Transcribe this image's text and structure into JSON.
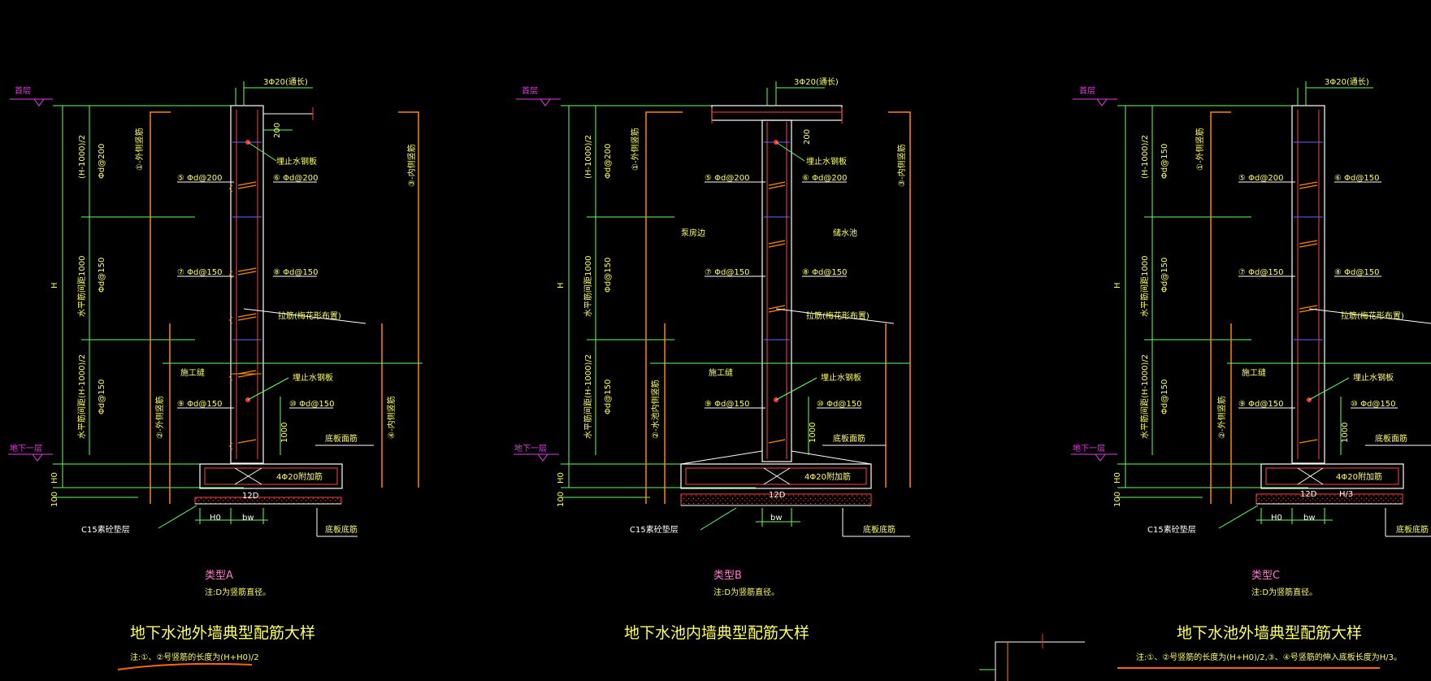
{
  "panels": [
    {
      "level_top": "首层",
      "level_bottom": "地下一层",
      "dim_H": "H",
      "dim_top": "(H-1000)/2",
      "dim_mid": "水平筋间距1000",
      "dim_bot": "水平筋间距(H-1000)/2",
      "spacing_top": "Φd@200",
      "spacing_mid": "Φd@150",
      "spacing_bot": "Φd@150",
      "dim_H0": "H0",
      "dim_100": "100",
      "outer_vert_label": "①-外侧竖筋",
      "outer_add_label": "②-外侧竖筋",
      "inner_vert_label": "③-内侧竖筋",
      "inner_add_label": "④-内侧竖筋",
      "top_bar": "3Φ20(通长)",
      "dim_200": "200",
      "foot_H0": "H0",
      "foot_bw": "bw",
      "foot_12d": "12D",
      "waterstop_top": "埋止水钢板",
      "mark_1": "⑤ Φd@200",
      "mark_2": "⑥ Φd@200",
      "mark_3": "⑦ Φd@150",
      "mark_4": "⑧ Φd@150",
      "tie_bar": "拉筋(梅花形布置)",
      "joint": "施工缝",
      "waterstop_bot": "埋止水钢板",
      "mark_5": "⑨ Φd@150",
      "mark_6": "⑩ Φd@150",
      "dim_1000": "1000",
      "foot_top_rebar": "底板面筋",
      "foot_add_bar": "4Φ20附加筋",
      "foot_bot_rebar": "底板底筋",
      "blinding": "C15素砼垫层",
      "type_label": "类型A",
      "note_d": "注:D为竖筋直径。",
      "title": "地下水池外墙典型配筋大样",
      "bottom_note": "注:①、②号竖筋的长度为(H+H0)/2"
    },
    {
      "level_top": "首层",
      "level_bottom": "地下一层",
      "dim_H": "H",
      "dim_top": "(H-1000)/2",
      "dim_mid": "水平筋间距1000",
      "dim_bot": "水平筋间距(H-1000)/2",
      "spacing_top": "Φd@200",
      "spacing_mid": "Φd@150",
      "spacing_bot": "Φd@150",
      "dim_H0": "H0",
      "dim_100": "100",
      "outer_vert_label": "①-外侧竖筋",
      "outer_add_label": "②-水池内侧竖筋",
      "inner_vert_label": "③-内侧竖筋",
      "side_left": "泵房边",
      "side_right": "储水池",
      "top_bar": "3Φ20(通长)",
      "dim_200": "200",
      "foot_bw": "bw",
      "foot_12d": "12D",
      "waterstop_top": "埋止水钢板",
      "mark_1": "⑤ Φd@200",
      "mark_2": "⑥ Φd@200",
      "mark_3": "⑦ Φd@150",
      "mark_4": "⑧ Φd@150",
      "tie_bar": "拉筋(梅花形布置)",
      "joint": "施工缝",
      "waterstop_bot": "埋止水钢板",
      "mark_5": "⑨ Φd@150",
      "mark_6": "⑩ Φd@150",
      "dim_1000": "1000",
      "foot_top_rebar": "底板面筋",
      "foot_add_bar": "4Φ20附加筋",
      "foot_bot_rebar": "底板底筋",
      "blinding": "C15素砼垫层",
      "type_label": "类型B",
      "note_d": "注:D为竖筋直径。",
      "title": "地下水池内墙典型配筋大样"
    },
    {
      "level_top": "首层",
      "level_bottom": "地下一层",
      "dim_H": "H",
      "dim_top": "(H-1000)/2",
      "dim_mid": "水平筋间距1000",
      "dim_bot": "水平筋间距(H-1000)/2",
      "spacing_top": "Φd@150",
      "spacing_mid": "Φd@150",
      "spacing_bot": "Φd@150",
      "dim_H0": "H0",
      "dim_100": "100",
      "outer_vert_label": "①-外侧竖筋",
      "outer_add_label": "②-外侧竖筋",
      "top_bar": "3Φ20(通长)",
      "foot_H0": "H0",
      "foot_bw": "bw",
      "foot_12d": "12D",
      "foot_H3": "H/3",
      "mark_1": "⑤ Φd@200",
      "mark_2": "⑥ Φd@150",
      "mark_3": "⑦ Φd@150",
      "mark_4": "⑧ Φd@150",
      "tie_bar": "拉筋(梅花形布置)",
      "joint": "施工缝",
      "waterstop_bot": "埋止水钢板",
      "mark_5": "⑨ Φd@150",
      "mark_6": "⑩ Φd@150",
      "dim_1000": "1000",
      "foot_top_rebar": "底板面筋",
      "foot_add_bar": "4Φ20附加筋",
      "foot_bot_rebar": "底板底筋",
      "blinding": "C15素砼垫层",
      "type_label": "类型C",
      "note_d": "注:D为竖筋直径。",
      "title": "地下水池外墙典型配筋大样",
      "bottom_note": "注:①、②号竖筋的长度为(H+H0)/2,③、④号竖筋的伸入底板长度为H/3。"
    }
  ]
}
